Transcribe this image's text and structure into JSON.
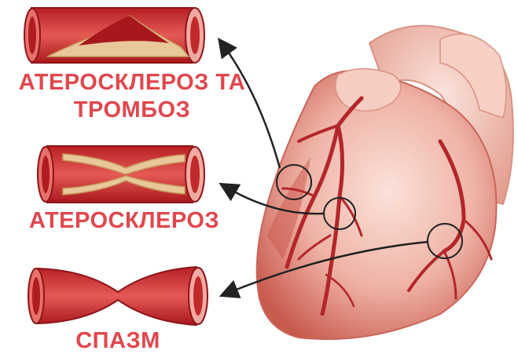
{
  "labels": {
    "atherosclerosis_thrombosis_line1": "АТЕРОСКЛЕРОЗ ТА",
    "atherosclerosis_thrombosis_line2": "ТРОМБОЗ",
    "atherosclerosis": "АТЕРОСКЛЕРОЗ",
    "spasm": "СПАЗМ"
  },
  "colors": {
    "label_text": "#e0474d",
    "vessel_wall": "#c8282c",
    "vessel_lumen": "#e0474d",
    "plaque": "#e8c89a",
    "heart_light": "#f3c2b6",
    "heart_dark": "#cf5a4f",
    "artery": "#b3262a",
    "arrow": "#222222"
  }
}
